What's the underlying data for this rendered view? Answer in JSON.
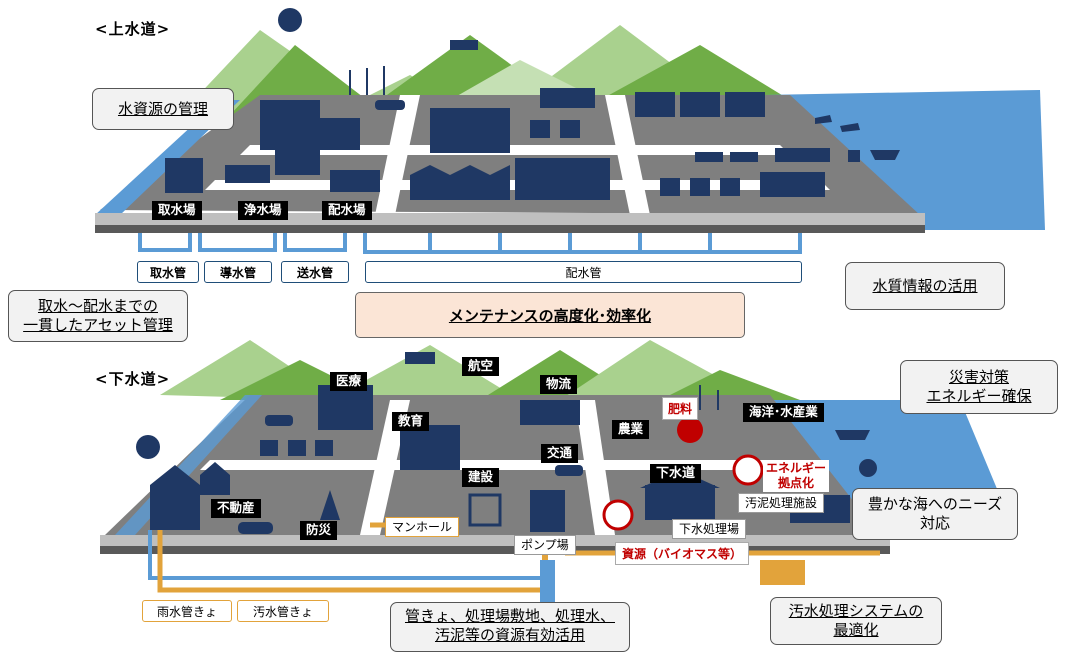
{
  "water_supply": {
    "title": "<上水道>",
    "callout_source": "水資源の管理",
    "facilities": [
      "取水場",
      "浄水場",
      "配水場"
    ],
    "pipes": [
      "取水管",
      "導水管",
      "送水管",
      "配水管"
    ],
    "callout_quality": "水質情報の活用"
  },
  "middle": {
    "asset_callout_line1": "取水～配水までの",
    "asset_callout_line2": "一貫したアセット管理",
    "center_box": "メンテナンスの高度化･効率化"
  },
  "sewerage": {
    "title": "<下水道>",
    "labels": {
      "medical": "医療",
      "aviation": "航空",
      "logistics": "物流",
      "education": "教育",
      "traffic": "交通",
      "construction": "建設",
      "real_estate": "不動産",
      "disaster_prevention": "防災",
      "agriculture": "農業",
      "marine": "海洋･水産業",
      "sewer": "下水道"
    },
    "manhole": "マンホール",
    "pump_station": "ポンプ場",
    "treatment_plant": "下水処理場",
    "sludge_facility": "汚泥処理施設",
    "fertilizer": "肥料",
    "energy_line1": "エネルギー",
    "energy_line2": "拠点化",
    "resource": "資源（バイオマス等）",
    "pipes": [
      "雨水管きょ",
      "汚水管きょ"
    ],
    "callout_disaster_line1": "災害対策",
    "callout_disaster_line2": "エネルギー確保",
    "callout_sea_line1": "豊かな海へのニーズ",
    "callout_sea_line2": "対応",
    "callout_assets_line1": "管きょ、処理場敷地、処理水、",
    "callout_assets_line2": "汚泥等の資源有効活用",
    "callout_system_line1": "汚水処理システムの",
    "callout_system_line2": "最適化"
  },
  "colors": {
    "navy": "#1f3864",
    "water_blue": "#5b9bd5",
    "road_gray": "#7f7f7f",
    "mountain_green": "#70ad47",
    "pipe_orange": "#e2a33b",
    "center_fill": "#fbe5d6"
  }
}
